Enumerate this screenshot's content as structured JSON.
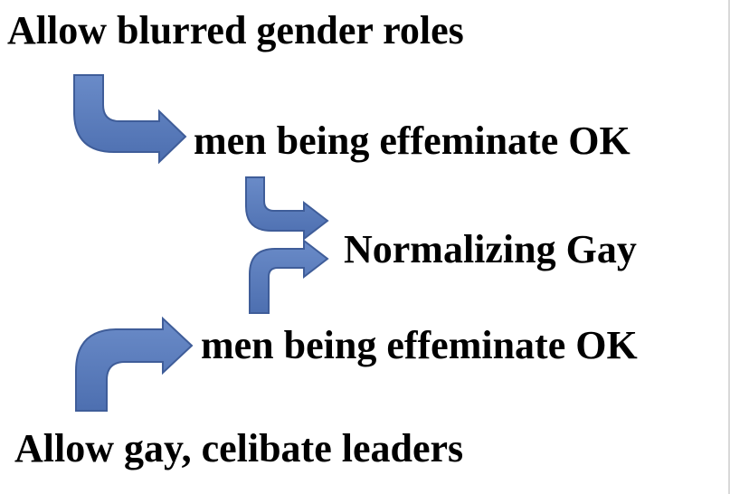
{
  "diagram": {
    "top_label": "Allow blurred gender roles",
    "mid_top_label": "men being effeminate OK",
    "center_label": "Normalizing Gay",
    "mid_bottom_label": "men being effeminate OK",
    "bottom_label": "Allow gay, celibate leaders"
  },
  "colors": {
    "arrow_fill": "#5b7dbd",
    "arrow_stroke": "#3f5d99",
    "text": "#000000",
    "background": "#ffffff"
  }
}
